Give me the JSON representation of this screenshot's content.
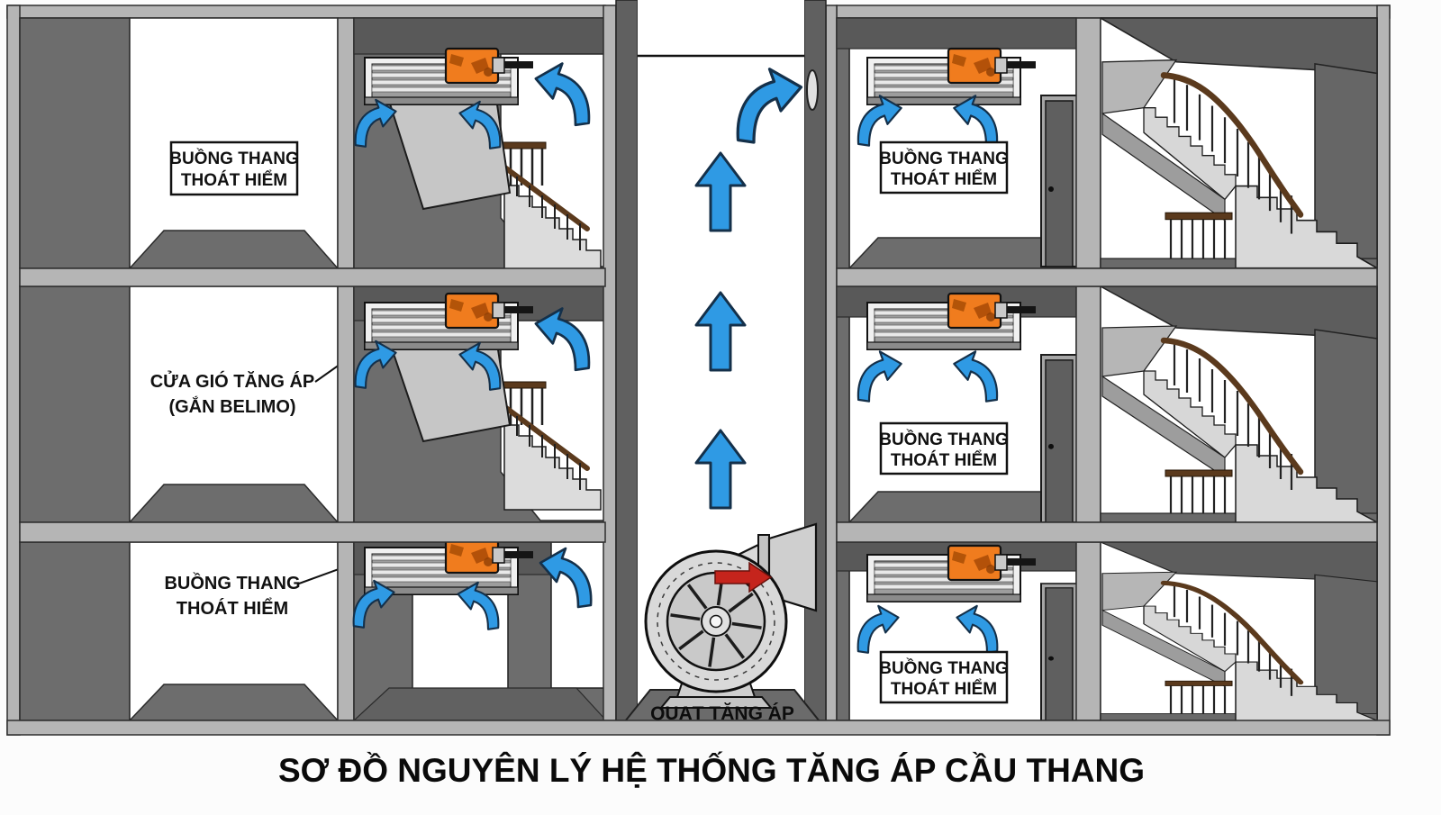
{
  "diagram": {
    "title": "SƠ ĐỒ NGUYÊN LÝ HỆ THỐNG TĂNG ÁP CẦU THANG",
    "fan_label": "QUẠT TĂNG ÁP",
    "room_labels": {
      "escape_stairwell": [
        "BUỒNG THANG",
        "THOÁT HIỂM"
      ],
      "pressurization_damper": [
        "CỬA GIÓ TĂNG ÁP",
        "(GẮN BELIMO)"
      ]
    },
    "colors": {
      "wall_light": "#b5b5b5",
      "wall_dark": "#6d6d6d",
      "arrow_blue": "#2f9ae4",
      "actuator_orange": "#f07c1e",
      "fan_arrow_red": "#c5241c",
      "handrail_brown": "#5b3a1d"
    }
  }
}
